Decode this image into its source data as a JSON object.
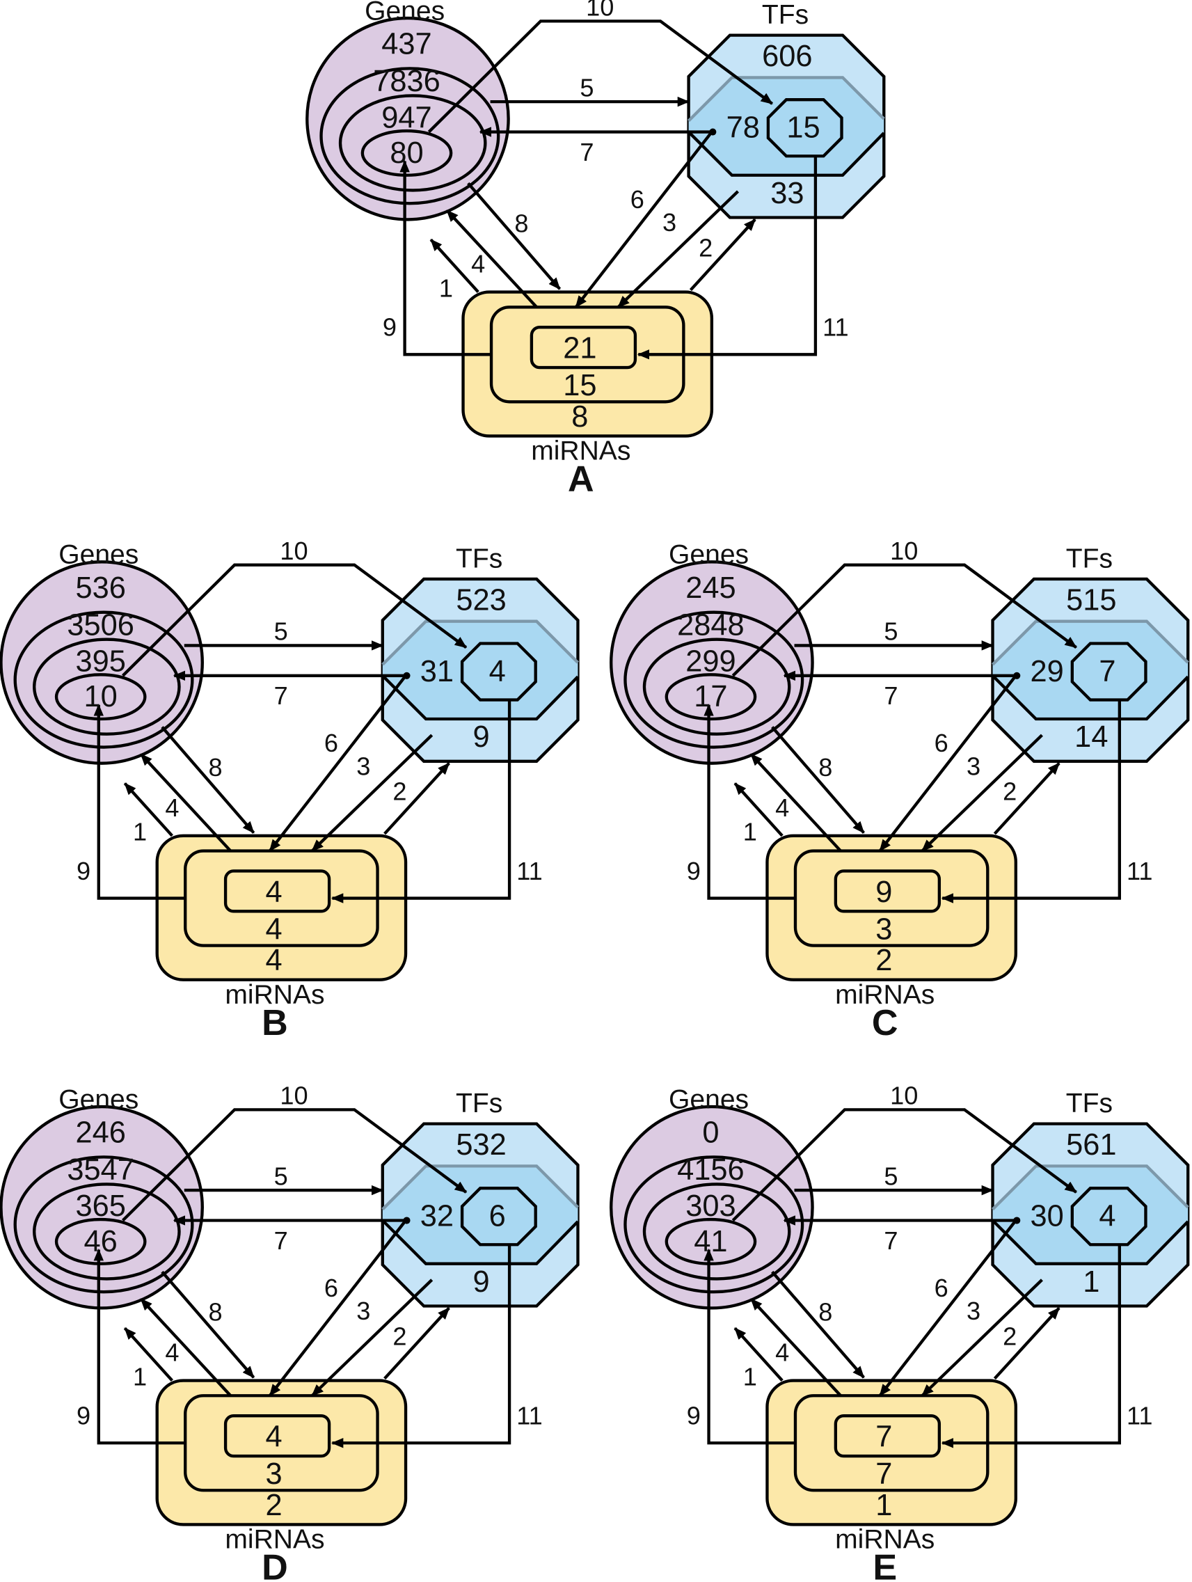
{
  "colors": {
    "genes_fill": "#dccbe2",
    "tfs_fill_outer": "#c6e4f7",
    "tfs_fill_inner": "#a9d8f2",
    "tfs_inner_edge": "#7d98aa",
    "mirna_fill": "#fce8a9",
    "stroke": "#000000"
  },
  "labels": {
    "genes": "Genes",
    "tfs": "TFs",
    "mirnas": "miRNAs"
  },
  "edge_numbers": [
    "1",
    "2",
    "3",
    "4",
    "5",
    "6",
    "7",
    "8",
    "9",
    "10",
    "11"
  ],
  "panels": [
    {
      "id": "A",
      "genes": [
        "437",
        "7836",
        "947",
        "80"
      ],
      "tfs": {
        "outer": "606",
        "band": "78",
        "core": "15",
        "bottom": "33"
      },
      "mirnas": {
        "inner": "21",
        "middle": "15",
        "outer": "8"
      }
    },
    {
      "id": "B",
      "genes": [
        "536",
        "3506",
        "395",
        "10"
      ],
      "tfs": {
        "outer": "523",
        "band": "31",
        "core": "4",
        "bottom": "9"
      },
      "mirnas": {
        "inner": "4",
        "middle": "4",
        "outer": "4"
      }
    },
    {
      "id": "C",
      "genes": [
        "245",
        "2848",
        "299",
        "17"
      ],
      "tfs": {
        "outer": "515",
        "band": "29",
        "core": "7",
        "bottom": "14"
      },
      "mirnas": {
        "inner": "9",
        "middle": "3",
        "outer": "2"
      }
    },
    {
      "id": "D",
      "genes": [
        "246",
        "3547",
        "365",
        "46"
      ],
      "tfs": {
        "outer": "532",
        "band": "32",
        "core": "6",
        "bottom": "9"
      },
      "mirnas": {
        "inner": "4",
        "middle": "3",
        "outer": "2"
      }
    },
    {
      "id": "E",
      "genes": [
        "0",
        "4156",
        "303",
        "41"
      ],
      "tfs": {
        "outer": "561",
        "band": "30",
        "core": "4",
        "bottom": "1"
      },
      "mirnas": {
        "inner": "7",
        "middle": "7",
        "outer": "1"
      }
    }
  ]
}
